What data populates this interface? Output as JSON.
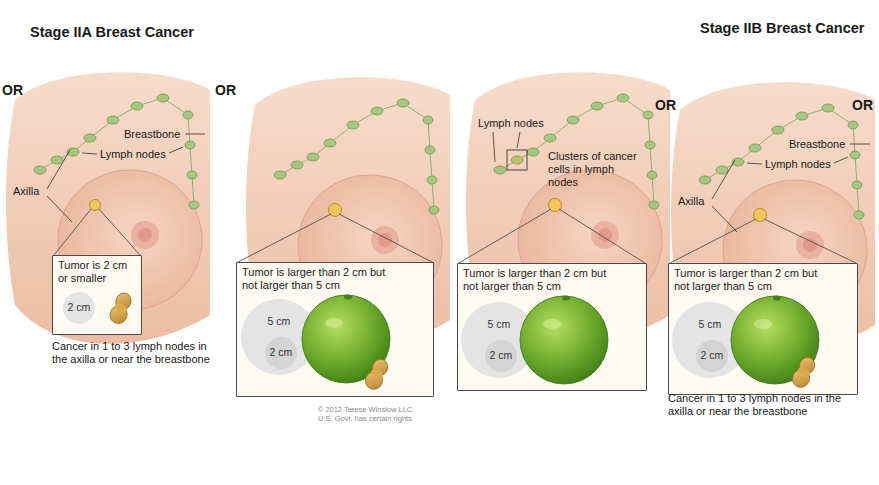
{
  "diagram": {
    "nodes": [
      {
        "text": [
          "Tumor is 2 cm or smaller"
        ]
      },
      {
        "text": [
          "2 cm"
        ],
        "in": 0
      },
      {
        "text": [
          "Tumor is larger than 2 cm but not larger than 5 cm"
        ]
      },
      {
        "text": [
          "5 cm"
        ],
        "in": 2
      },
      {
        "text": [
          "2 cm"
        ],
        "in": 3
      },
      {
        "text": [
          "Tumor is larger than 2 cm but not larger than 5 cm"
        ]
      },
      {
        "text": [
          "5 cm"
        ],
        "in": 5
      },
      {
        "text": [
          "2 cm"
        ],
        "in": 6
      },
      {
        "text": [
          "Tumor is larger than 2 cm but not larger than 5 cm"
        ]
      },
      {
        "text": [
          "5 cm"
        ],
        "in": 8
      },
      {
        "text": [
          "2 cm"
        ],
        "in": 9
      }
    ],
    "labels": [
      "Stage IIA Breast Cancer",
      "Stage IIB Breast Cancer",
      "OR",
      "OR",
      "Breastbone",
      "Lymph nodes",
      "Axilla",
      "Cancer in 1 to 3 lymph nodes in the axilla or near the breastbone",
      "© 2012 Terese Winslow LLC",
      "U.S. Govt. has certain rights",
      "Lymph nodes",
      "Clusters of cancer cells in lymph nodes",
      "OR",
      "Breastbone",
      "Lymph nodes",
      "Axilla",
      "Cancer in 1 to 3 lymph nodes in the axilla or near the breastbone",
      "OR"
    ]
  }
}
